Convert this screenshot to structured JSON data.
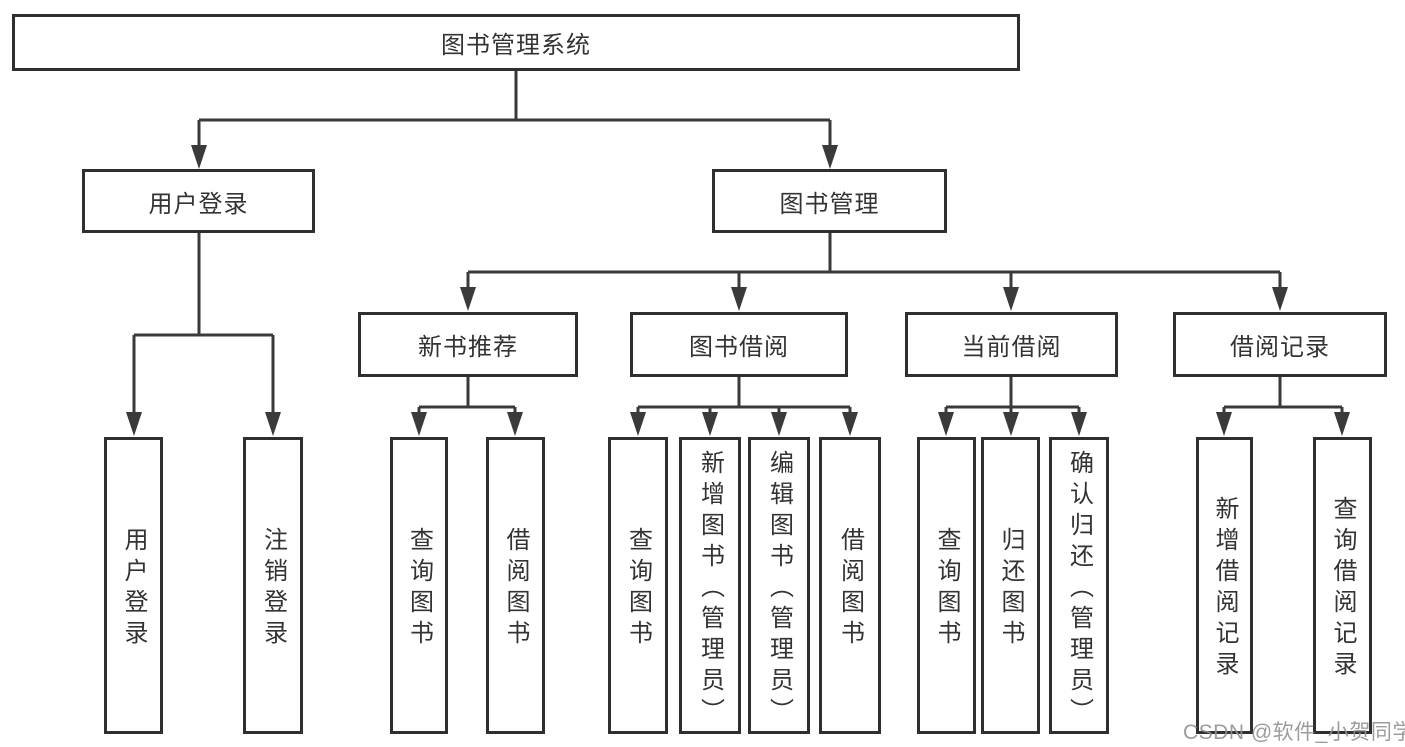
{
  "diagram": {
    "title": "图书管理系统",
    "type": "hierarchy-tree",
    "colors": {
      "background": "#ffffff",
      "box_border": "#2f2f2f",
      "connector_line": "#3a3a3a",
      "text": "#333333",
      "watermark_text": "#919191"
    }
  },
  "tree": {
    "root": {
      "label": "图书管理系统"
    },
    "level2": [
      {
        "label": "用户登录"
      },
      {
        "label": "图书管理"
      }
    ],
    "level3": [
      {
        "label": "新书推荐"
      },
      {
        "label": "图书借阅"
      },
      {
        "label": "当前借阅"
      },
      {
        "label": "借阅记录"
      }
    ],
    "leaves": {
      "user_login": [
        "用户登录",
        "注销登录"
      ],
      "new_book": [
        "查询图书",
        "借阅图书"
      ],
      "book_borrow": [
        "查询图书",
        "新增图书（管理员）",
        "编辑图书（管理员）",
        "借阅图书"
      ],
      "current_borrow": [
        "查询图书",
        "归还图书",
        "确认归还（管理员）"
      ],
      "borrow_records": [
        "新增借阅记录",
        "查询借阅记录"
      ]
    }
  },
  "watermark": {
    "text": "CSDN @软件_小贺同学"
  }
}
